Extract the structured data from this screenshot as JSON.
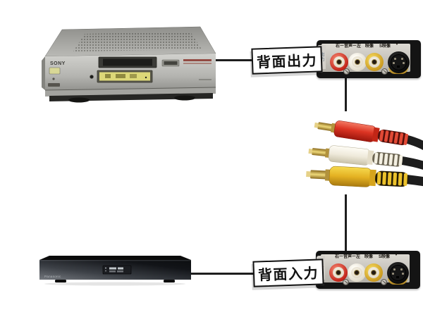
{
  "diagram": {
    "output_callout": "背面出力",
    "input_callout": "背面入力"
  },
  "vcr": {
    "brand": "SONY"
  },
  "recorder": {
    "brand": "Panasonic"
  },
  "panel": {
    "audio_header": "右ー音声ー左",
    "video_header": "映像",
    "svideo_header": "S映像",
    "arrow": "▼",
    "output_tab": "出力",
    "input_tab": "入力"
  },
  "cable": {
    "plugs": [
      "red",
      "white",
      "yellow"
    ]
  },
  "colors": {
    "connection_line": "#1e1e1e",
    "callout_border": "#111111",
    "jack_red": "#c22318",
    "jack_white": "#ddd7c6",
    "jack_yellow": "#c9981f",
    "cable_black": "#1d1d1d",
    "panel_face": "#c8c5be",
    "gold": "#c9a235"
  }
}
